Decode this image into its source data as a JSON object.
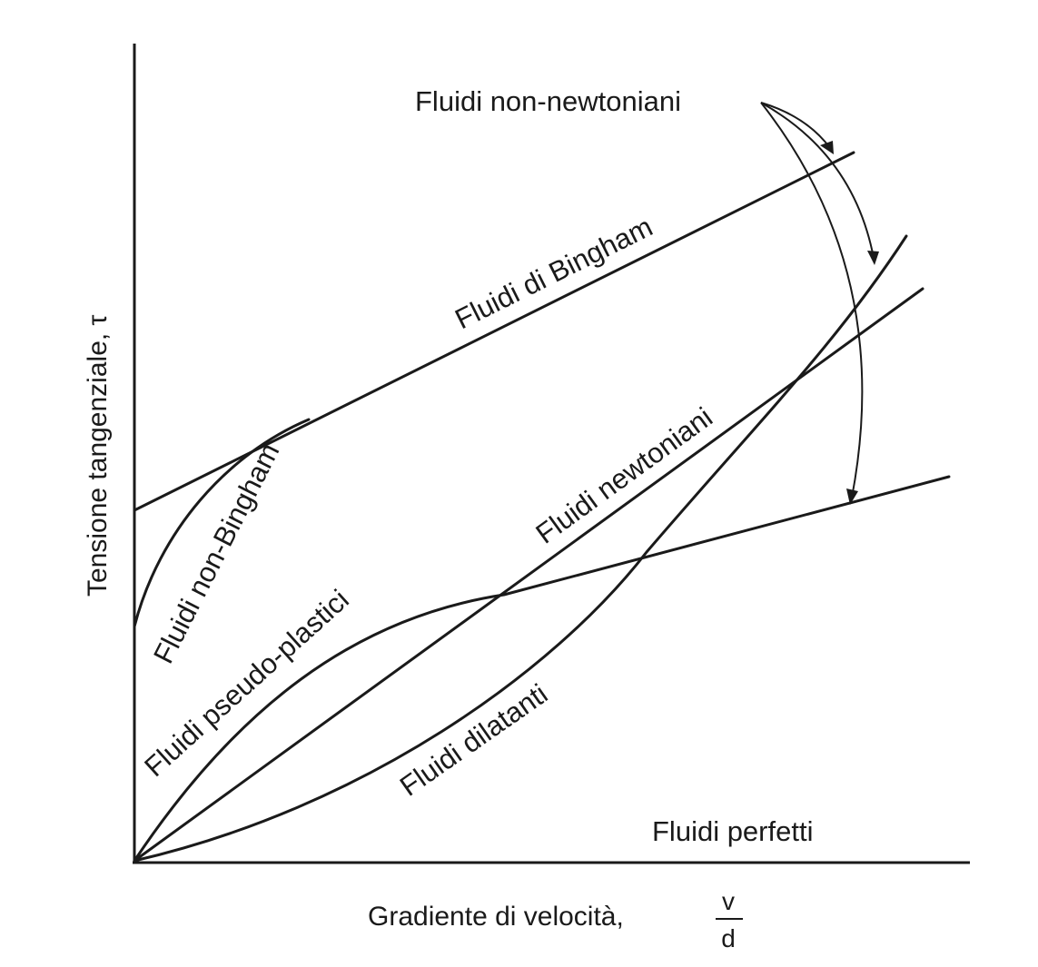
{
  "diagram": {
    "labels": {
      "non_newtonian": "Fluidi non-newtoniani",
      "bingham": "Fluidi di Bingham",
      "non_bingham": "Fluidi non-Bingham",
      "newtonian": "Fluidi newtoniani",
      "pseudoplastic": "Fluidi pseudo-plastici",
      "dilatant": "Fluidi dilatanti",
      "perfect": "Fluidi perfetti"
    },
    "axes": {
      "y_label": "Tensione tangenziale, τ",
      "x_label": "Gradiente di velocità,",
      "x_fraction_numerator": "v",
      "x_fraction_denominator": "d"
    }
  }
}
